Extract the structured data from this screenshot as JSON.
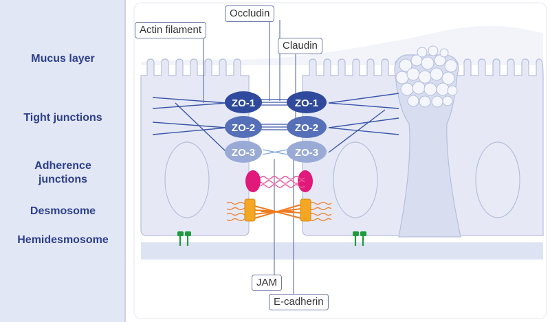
{
  "row_labels": {
    "mucus_layer": "Mucus layer",
    "tight_junctions": "Tight junctions",
    "adherence_junctions": "Adherence\njunctions",
    "desmosome": "Desmosome",
    "hemidesmosome": "Hemidesmosome"
  },
  "callouts": {
    "occludin": "Occludin",
    "actin_filament": "Actin filament",
    "claudin": "Claudin",
    "jam": "JAM",
    "e_cadherin": "E-cadherin"
  },
  "proteins": {
    "zo1": "ZO-1",
    "zo2": "ZO-2",
    "zo3": "ZO-3"
  },
  "colors": {
    "panel": "#e2e7f5",
    "cell": "#e8ebf6",
    "label_text": "#2c3e8c",
    "zo1": "#2f4a9c",
    "zo2": "#5570b8",
    "zo3": "#9aaad6",
    "cadherin": "#e0197a",
    "desmosome": "#f5a623",
    "hemidesmosome": "#1f9a3c",
    "actin": "#3a55a8"
  }
}
